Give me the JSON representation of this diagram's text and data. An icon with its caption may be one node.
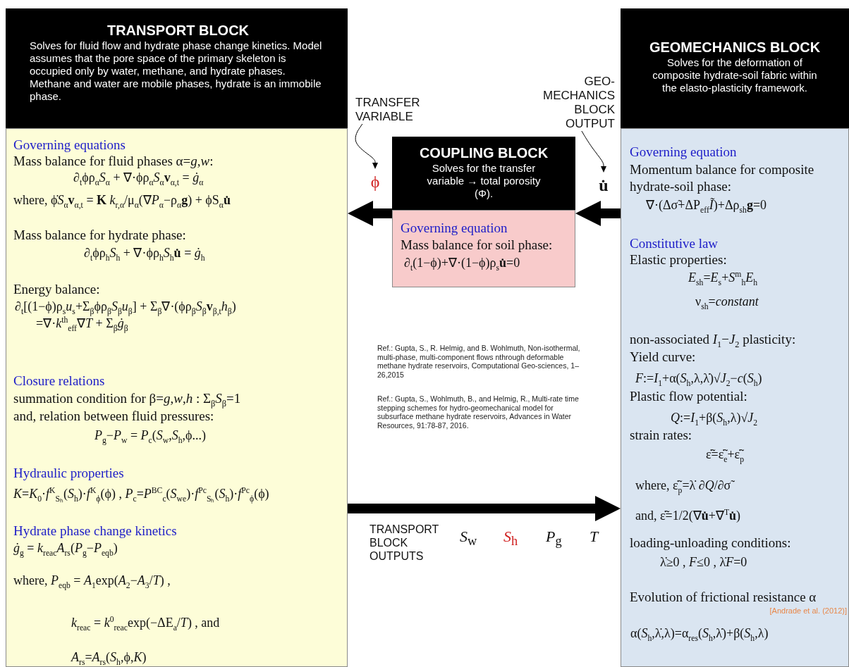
{
  "diagram": {
    "nodes": [
      {
        "text": [
          "TRANSPORT BLOCK",
          "Solves for fluid flow and hydrate phase change kinetics. Model assumes that the pore space of the primary skeleton is occupied only by water, methane, and hydrate phases. Methane and water are mobile phases, hydrate is an immobile phase."
        ]
      },
      {
        "text": [
          "Governing equations",
          "Mass balance for fluid phases α=*g*,*w*:",
          "∂$_{t}$ϕρ$_{α}$*S*$_{α}$ + ∇·ϕρ$_{α}$*S*$_{α}$**v**$_{α,t}$ = *ġ*$_{α}$",
          "where, ϕ̇*S*$_{α}$**v**$_{α,t}$ = **K** *k*$_{r,α}$/μ$_{α}$(∇*P*$_{α}$−ρ$_{α}$**g**) + ϕS$_{α}$**u̇**",
          "Mass balance for hydrate phase:",
          "∂$_{t}$ϕρ$_{h}$*S*$_{h}$ + ∇·ϕρ$_{h}$*S*$_{h}$**u̇** = *ġ*$_{h}$",
          "Energy balance:",
          "∂$_{t}$[(1−ϕ)ρ$_{s}$*u*$_{s}$+Σ$_{β}$ϕρ$_{β}$*S*$_{β}$*u*$_{β}$] + Σ$_{β}$∇·(ϕρ$_{β}$*S*$_{β}$**v**$_{β,t}$*h*$_{β}$)",
          "=∇·*k*$^{th}$$_{eff}$∇*T* + Σ$_{β}$*ġ*$_{β}$",
          "Closure relations",
          "summation condition for β=*g*,*w*,*h* :   Σ$_{β}$*S*$_{β}$=1",
          "and, relation between fluid pressures:",
          "*P*$_{g}$−*P*$_{w}$ = *P*$_{c}$(*S*$_{w}$,*S*$_{h}$,ϕ...)",
          "Hydraulic properties",
          "*K*=*K*$_{0}$·*f*$^{K}$$_{Sₕ}$(*S*$_{h}$)·*f*$^{K}$$_{ϕ}$(ϕ) , *P*$_{c}$=*P*$^{BC}$$_{c}$(*S*$_{we}$)·*f*$^{Pc}$$_{Sₕ}$(*S*$_{h}$)·*f*$^{Pc}$$_{ϕ}$(ϕ)",
          "Hydrate phase change kinetics",
          "*ġ*$_{g}$ = *k*$_{reac}$*A*$_{rs}$(*P*$_{g}$−*P*$_{eqb}$)",
          "where, *P*$_{eqb}$ = *A*$_{1}$exp(*A*$_{2}$−*A*$_{3}$/*T*) ,",
          "*k*$_{reac}$ = *k*$^{0}$$_{reac}$exp(−ΔE$_{a}$/*T*) , and",
          "*A*$_{rs}$=*A*$_{rs}$(*S*$_{h}$,ϕ,*K*)"
        ]
      },
      {
        "text": [
          "COUPLING BLOCK",
          "Solves for the transfer variable → total porosity (Φ)."
        ]
      },
      {
        "text": [
          "Governing equation",
          "Mass balance for soil phase:",
          "∂$_{t}$(1−ϕ)+∇·(1−ϕ)ρ$_{s}$**u̇**=0"
        ]
      },
      {
        "text": [
          "GEOMECHANICS BLOCK",
          "Solves for the deformation of composite  hydrate-soil fabric within the elasto-plasticity framework."
        ]
      },
      {
        "text": [
          "Governing equation",
          "Momentum balance for composite hydrate-soil phase:",
          "∇·(Δσ̃+ΔP$_{eff}$*Ĩ*)+Δρ$_{sh}$**g**=0",
          "Constitutive law",
          "Elastic properties:",
          "*E*$_{sh}$=*E*$_{s}$+*S*$^{m}$$_{h}$*E*$_{h}$",
          "ν$_{sh}$=*constant*",
          "non-associated *I*$_{1}$−*J*$_{2}$ plasticity:",
          "Yield curve:",
          "*F*:=*I*$_{1}$+α(*S*$_{h}$,λ,λ̇)√*J*$_{2}$−*c*(*S*$_{h}$)",
          "Plastic flow potential:",
          "*Q*:=*I*$_{1}$+β(*S*$_{h}$,λ)√*J*$_{2}$",
          "strain rates:",
          "ε̃̇=ε̃̇$_{e}$+ε̃̇$_{p}$",
          "where, ε̃̇$_{p}$=λ̇ ∂*Q*/∂σ̃",
          "and, ε̃̇=1/2(∇**u̇**+∇$^{T}$**u̇**)",
          "loading-unloading conditions:",
          "λ̇≥0 ,  *F*≤0 ,  λ̇*F*=0",
          "Evolution of frictional resistance α",
          "[Andrade et al. (2012)]",
          "α(*S*$_{h}$,λ̇,λ)=α$_{res}$(*S*$_{h}$,λ̇)+β(*S*$_{h}$,λ)"
        ]
      },
      {
        "text": [
          "ϕ"
        ]
      },
      {
        "text": [
          "u̇"
        ]
      },
      {
        "text": [
          "TRANSFER VARIABLE"
        ]
      },
      {
        "text": [
          "GEO- MECHANICS BLOCK OUTPUT"
        ]
      }
    ],
    "edges": [
      {
        "from": 3,
        "to": 1,
        "arrow": "to",
        "style": "thick"
      },
      {
        "from": 5,
        "to": 3,
        "arrow": "to",
        "style": "thick"
      },
      {
        "from": 1,
        "to": 5,
        "arrow": "to",
        "style": "thick"
      },
      {
        "from": 8,
        "to": 6,
        "arrow": "to"
      },
      {
        "from": 9,
        "to": 7,
        "arrow": "to"
      }
    ],
    "labels": [
      "Ref.: Gupta, S., R. Helmig, and B. Wohlmuth, Non-isothermal, multi-phase, multi-component flows nthrough deformable methane hydrate reservoirs, Computational Geo-sciences, 1–26,2015",
      "Ref.: Gupta, S., Wohlmuth, B., and Helmig, R., Multi-rate time stepping schemes for hydro-geomechanical model for subsurface methane hydrate reservoirs, Advances in Water Resources, 91:78-87, 2016.",
      "TRANSPORT BLOCK OUTPUTS",
      "*S*$_{w}$",
      "*S*$_{h}$",
      "*P*$_{g}$",
      "*T*"
    ]
  }
}
